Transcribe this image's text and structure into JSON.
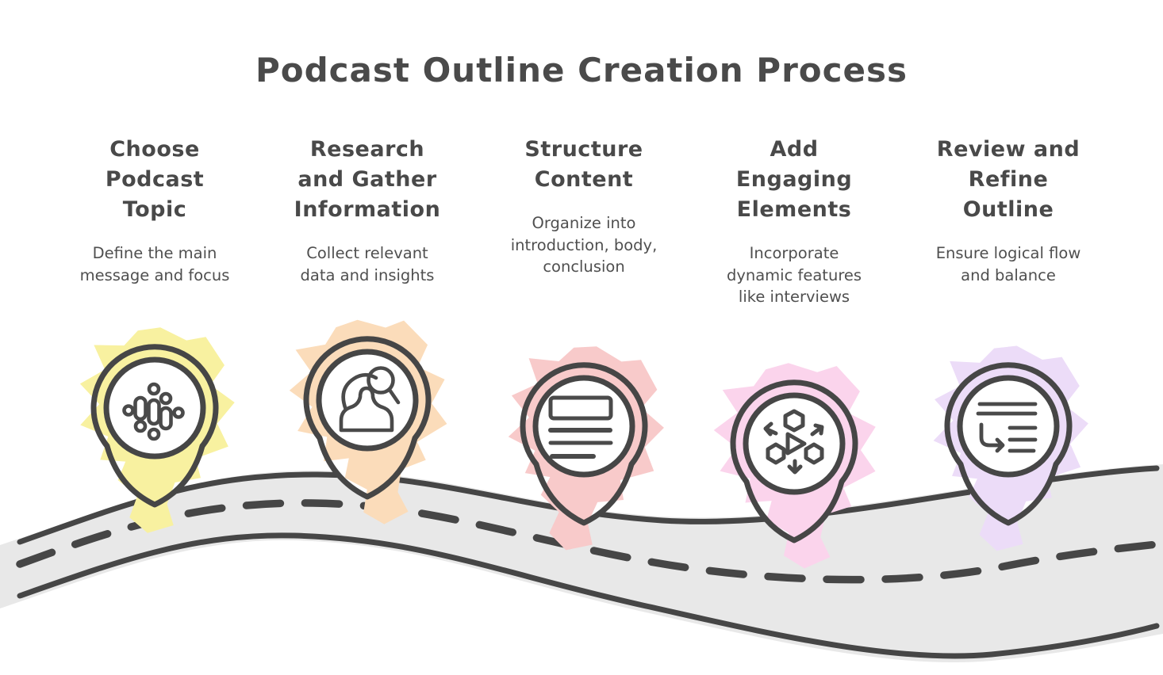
{
  "title": "Podcast Outline Creation Process",
  "steps": [
    {
      "title": "Choose\nPodcast\nTopic",
      "description": "Define the main\nmessage and focus",
      "icon": "podcast-waveform",
      "highlight_color": "#f8f1a0"
    },
    {
      "title": "Research\nand Gather\nInformation",
      "description": "Collect relevant\ndata and insights",
      "icon": "person-with-magnifier",
      "highlight_color": "#fbdcba"
    },
    {
      "title": "Structure\nContent",
      "description": "Organize into\nintroduction, body,\nconclusion",
      "icon": "document-outline",
      "highlight_color": "#f8caca"
    },
    {
      "title": "Add\nEngaging\nElements",
      "description": "Incorporate\ndynamic features\nlike interviews",
      "icon": "media-shapes",
      "highlight_color": "#fbd4ec"
    },
    {
      "title": "Review and\nRefine\nOutline",
      "description": "Ensure logical flow\nand balance",
      "icon": "list-refine-arrow",
      "highlight_color": "#ecdcf8"
    }
  ],
  "colors": {
    "ink": "#4a4a4a",
    "stroke": "#464646",
    "road_fill": "#e8e8e8",
    "background": "#ffffff"
  }
}
